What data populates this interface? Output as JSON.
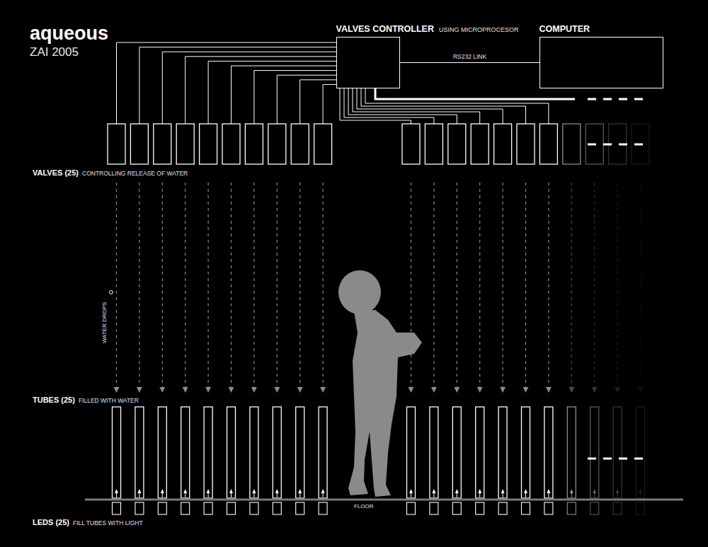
{
  "diagram": {
    "title": "aqueous",
    "nodes": [
      {
        "text": [
          "VALVES CONTROLLER",
          "USING MICROPROCESOR"
        ]
      },
      {
        "text": [
          "COMPUTER"
        ]
      }
    ],
    "edges": [
      {
        "from": 0,
        "to": 1,
        "label": "RS232 LINK",
        "arrow": "none"
      }
    ],
    "labels": [
      "ZAI 2005",
      "VALVES (25)",
      "CONTROLLING RELEASE OF WATER",
      "WATER DROPS",
      "TUBES (25)",
      "FILLED WITH WATER",
      "FLOOR",
      "LEDS (25)",
      "FILL TUBES WITH LIGHT"
    ]
  }
}
